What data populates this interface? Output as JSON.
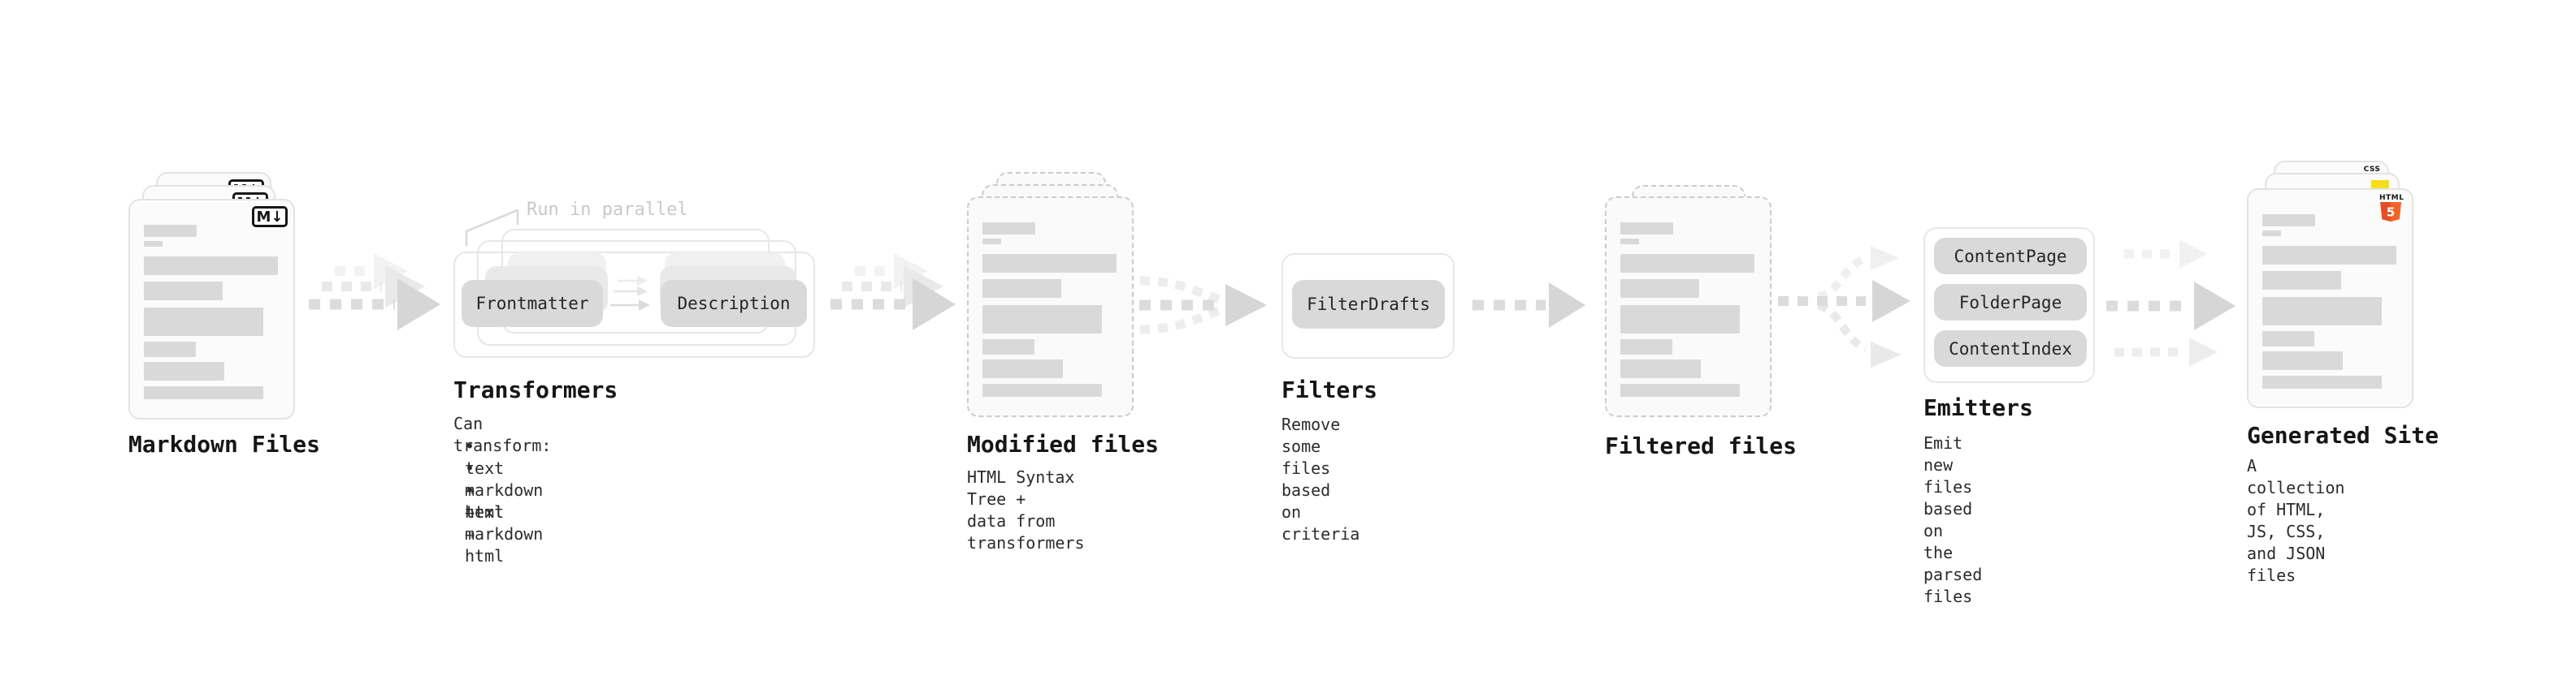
{
  "colors": {
    "canvas_bg": "#ffffff",
    "card_fill": "#fbfbfb",
    "card_border": "#e3e3e3",
    "dashed_border": "#cbcbcb",
    "skeleton_bar": "#d9d9d9",
    "pill_bg": "#d9d9d9",
    "arrow_main": "#d6d6d6",
    "arrow_echo": "#ebebeb",
    "title_text": "#161616",
    "body_text": "#2b2b2b",
    "muted_text": "#c9c9c9",
    "html5_orange": "#e44d26",
    "js_yellow": "#f5de19",
    "css_blue": "#2962f0",
    "badge_black": "#161616"
  },
  "md": {
    "label": "Markdown Files",
    "badge": "M↓"
  },
  "transformers": {
    "title": "Transformers",
    "note": "Run in parallel",
    "pill_frontmatter": "Frontmatter",
    "pill_description": "Description",
    "heading": "Can transform:",
    "bullets": [
      "• text → text",
      "• markdown → markdown",
      "• html → html"
    ]
  },
  "modified": {
    "label": "Modified files",
    "subtitle": "HTML Syntax Tree +\ndata from transformers"
  },
  "filters": {
    "title": "Filters",
    "pill": "FilterDrafts",
    "subtitle": "Remove some files based\non criteria"
  },
  "filtered": {
    "label": "Filtered files"
  },
  "emitters": {
    "title": "Emitters",
    "pills": [
      "ContentPage",
      "FolderPage",
      "ContentIndex"
    ],
    "subtitle": "Emit new files based on\nthe parsed files"
  },
  "generated": {
    "label": "Generated Site",
    "subtitle": "A collection of HTML,\nJS, CSS, and JSON files",
    "badge_html_label": "HTML",
    "badge_html_digit": "5",
    "badge_css": "CSS"
  }
}
